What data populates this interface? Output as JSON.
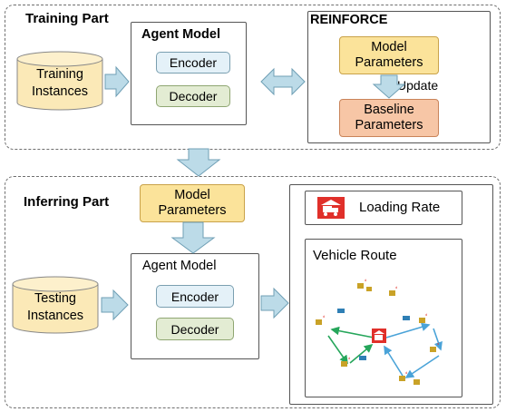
{
  "training": {
    "title": "Training Part",
    "instances": [
      "Training",
      "Instances"
    ],
    "agent_title": "Agent Model",
    "encoder": "Encoder",
    "decoder": "Decoder",
    "reinforce_title": "REINFORCE",
    "model_params": [
      "Model",
      "Parameters"
    ],
    "update": "Update",
    "baseline": [
      "Baseline",
      "Parameters"
    ]
  },
  "inferring": {
    "title": "Inferring Part",
    "model_params": [
      "Model",
      "Parameters"
    ],
    "instances": [
      "Testing",
      "Instances"
    ],
    "agent_title": "Agent Model",
    "encoder": "Encoder",
    "decoder": "Decoder",
    "loading_rate": "Loading Rate",
    "vehicle_route": "Vehicle Route"
  },
  "colors": {
    "arrow_fill": "#bcdbe8",
    "arrow_stroke": "#6f9fb5",
    "depot": "#e0302a",
    "route_green": "#26a65b",
    "route_blue": "#4aa3d8"
  }
}
